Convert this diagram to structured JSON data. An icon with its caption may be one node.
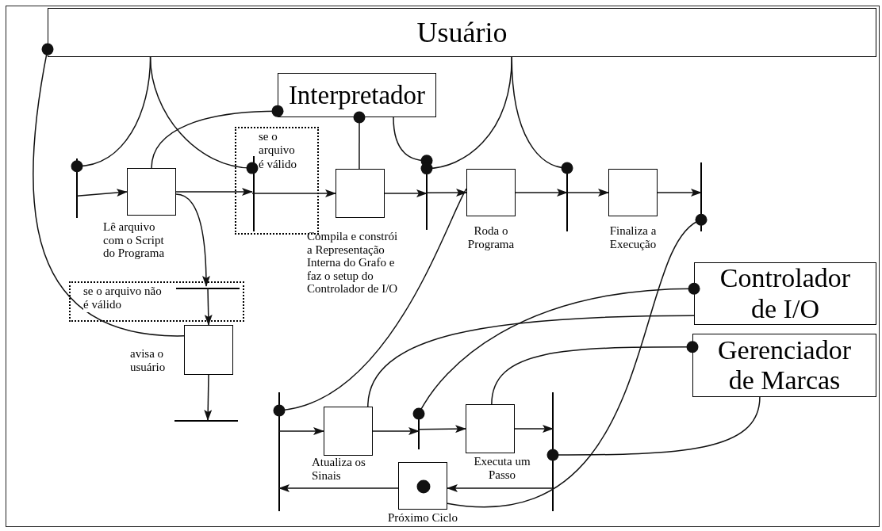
{
  "diagram": {
    "nodes": [
      {
        "text": [
          "Usuário"
        ]
      },
      {
        "text": [
          "Interpretador"
        ]
      },
      {
        "text": [],
        "shape": "box",
        "beside": [
          "Lê arquivo com o Script do Programa"
        ]
      },
      {
        "text": [
          "se o arquivo é válido"
        ]
      },
      {
        "text": [],
        "shape": "box",
        "beside": [
          "Compila e constrói a Representação Interna do Grafo e faz o setup do Controlador de I/O"
        ]
      },
      {
        "text": [],
        "shape": "box",
        "beside": [
          "Roda o Programa"
        ]
      },
      {
        "text": [],
        "shape": "box",
        "beside": [
          "Finaliza a Execução"
        ]
      },
      {
        "text": [
          "se o arquivo não é válido"
        ]
      },
      {
        "text": [],
        "shape": "box",
        "beside": [
          "avisa o usuário"
        ]
      },
      {
        "text": [
          "Controlador de I/O"
        ]
      },
      {
        "text": [
          "Gerenciador de Marcas"
        ]
      },
      {
        "text": [],
        "shape": "box",
        "beside": [
          "Atualiza os Sinais"
        ]
      },
      {
        "text": [],
        "shape": "box",
        "beside": [
          "Executa um Passo"
        ]
      },
      {
        "text": [],
        "shape": "box",
        "beside": [
          "Próximo Ciclo"
        ]
      },
      {
        "text": [],
        "shape": "bar"
      },
      {
        "text": [],
        "shape": "bar",
        "in": 3
      },
      {
        "text": [],
        "shape": "bar"
      },
      {
        "text": [],
        "shape": "bar"
      },
      {
        "text": [],
        "shape": "bar"
      },
      {
        "text": [],
        "shape": "bar",
        "in": 7
      },
      {
        "text": [],
        "shape": "bar"
      },
      {
        "text": [],
        "shape": "bar"
      },
      {
        "text": [],
        "shape": "bar"
      },
      {
        "text": [],
        "shape": "bar"
      }
    ],
    "edges": [
      {
        "from": 14,
        "to": 2,
        "arrow": "to"
      },
      {
        "from": 2,
        "to": 15,
        "arrow": "to"
      },
      {
        "from": 15,
        "to": 4,
        "arrow": "to"
      },
      {
        "from": 4,
        "to": 16,
        "arrow": "to"
      },
      {
        "from": 16,
        "to": 5,
        "arrow": "to"
      },
      {
        "from": 5,
        "to": 17,
        "arrow": "to"
      },
      {
        "from": 17,
        "to": 6,
        "arrow": "to"
      },
      {
        "from": 6,
        "to": 18,
        "arrow": "to"
      },
      {
        "from": 2,
        "to": 19,
        "arrow": "to"
      },
      {
        "from": 19,
        "to": 8,
        "arrow": "to"
      },
      {
        "from": 8,
        "to": 20,
        "arrow": "to"
      },
      {
        "from": 21,
        "to": 11,
        "arrow": "to"
      },
      {
        "from": 11,
        "to": 22,
        "arrow": "to"
      },
      {
        "from": 22,
        "to": 12,
        "arrow": "to"
      },
      {
        "from": 12,
        "to": 23,
        "arrow": "to"
      },
      {
        "from": 23,
        "to": 13,
        "arrow": "to"
      },
      {
        "from": 13,
        "to": 21,
        "arrow": "to"
      },
      {
        "from": 0,
        "to": 14,
        "arrow": "other"
      },
      {
        "from": 0,
        "to": 15,
        "arrow": "other"
      },
      {
        "from": 2,
        "to": 1,
        "arrow": "other"
      },
      {
        "from": 4,
        "to": 1,
        "arrow": "other"
      },
      {
        "from": 1,
        "to": 16,
        "arrow": "other"
      },
      {
        "from": 0,
        "to": 16,
        "arrow": "other"
      },
      {
        "from": 0,
        "to": 17,
        "arrow": "other"
      },
      {
        "from": 8,
        "to": 0,
        "arrow": "other"
      },
      {
        "from": 5,
        "to": 21,
        "arrow": "other"
      },
      {
        "from": 13,
        "to": 18,
        "arrow": "other"
      },
      {
        "from": 22,
        "to": 9,
        "arrow": "other"
      },
      {
        "from": 11,
        "to": 9,
        "arrow": "none"
      },
      {
        "from": 12,
        "to": 10,
        "arrow": "other"
      },
      {
        "from": 10,
        "to": 23,
        "arrow": "other"
      }
    ]
  }
}
